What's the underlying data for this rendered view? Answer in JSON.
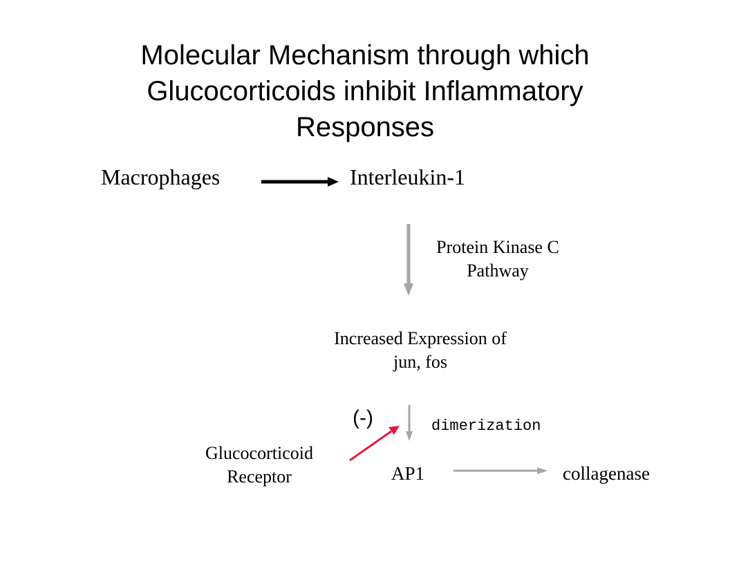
{
  "title": {
    "line1": "Molecular Mechanism through which",
    "line2": "Glucocorticoids inhibit Inflammatory",
    "line3": "Responses"
  },
  "nodes": {
    "macrophages": "Macrophages",
    "interleukin": "Interleukin-1",
    "pkc_line1": "Protein Kinase C",
    "pkc_line2": "Pathway",
    "expr_line1": "Increased Expression of",
    "expr_line2": "jun, fos",
    "inhibit": "(-)",
    "dimerization": "dimerization",
    "gr_line1": "Glucocorticoid",
    "gr_line2": "Receptor",
    "ap1": "AP1",
    "collagenase": "collagenase"
  },
  "colors": {
    "black_arrow": "#000000",
    "gray_arrow": "#a6a6a6",
    "inhibition_arrow": "#e8163c"
  }
}
